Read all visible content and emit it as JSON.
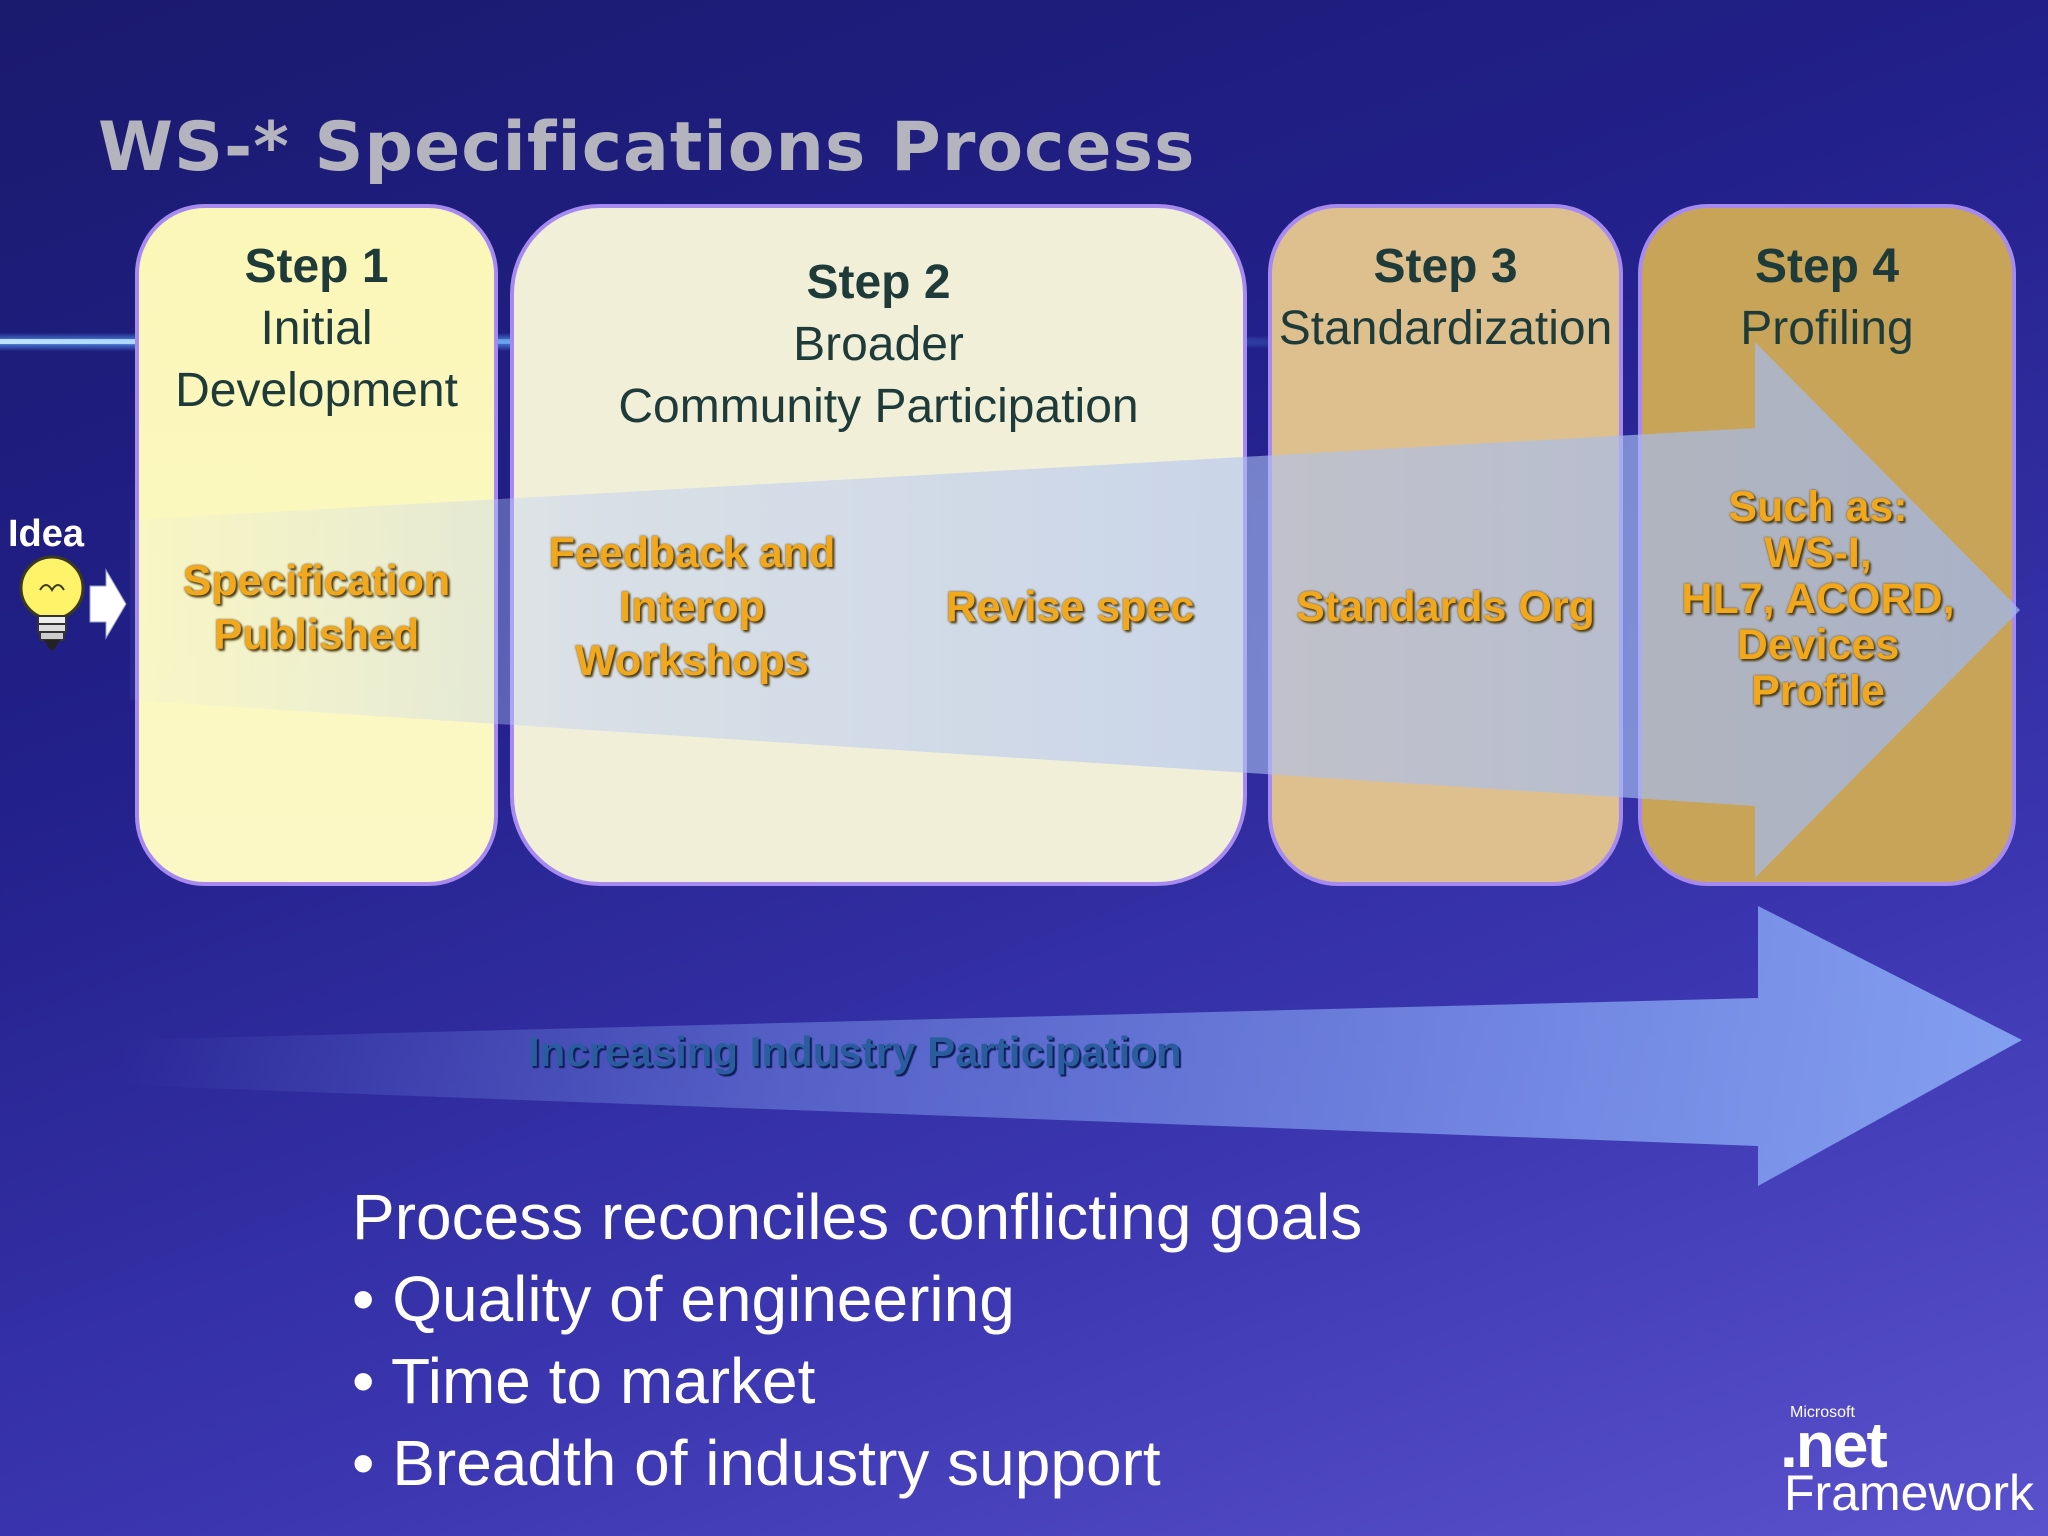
{
  "title": "WS-* Specifications Process",
  "steps": [
    {
      "number": "Step 1",
      "line1": "Initial",
      "line2": "Development"
    },
    {
      "number": "Step 2",
      "line1": "Broader",
      "line2": "Community Participation"
    },
    {
      "number": "Step 3",
      "line1": "Standardization",
      "line2": ""
    },
    {
      "number": "Step 4",
      "line1": "Profiling",
      "line2": ""
    }
  ],
  "idea_label": "Idea",
  "activities": {
    "spec_published": [
      "Specification",
      "Published"
    ],
    "feedback": [
      "Feedback and",
      "Interop",
      "Workshops"
    ],
    "revise": "Revise spec",
    "standards_org": "Standards Org",
    "profiles": [
      "Such as:",
      "WS-I,",
      "HL7, ACORD,",
      "Devices",
      "Profile"
    ]
  },
  "participation_label": "Increasing Industry Participation",
  "points": {
    "lead": "Process reconciles conflicting goals",
    "bullets": [
      "Quality of engineering",
      "Time to market",
      "Breadth of industry support"
    ]
  },
  "logo": {
    "brand": "Microsoft",
    "product": ".net",
    "sub": "Framework"
  },
  "colors": {
    "box_border": "#a78af0",
    "step1_fill": "#fbf7b8",
    "step2_fill": "#f2efd9",
    "step3_fill": "#ddc08e",
    "step4_fill": "#c7a458",
    "activity_text": "#f2a81c",
    "heading_text": "#1e3b3a",
    "arrow": "#b8ccf6"
  }
}
